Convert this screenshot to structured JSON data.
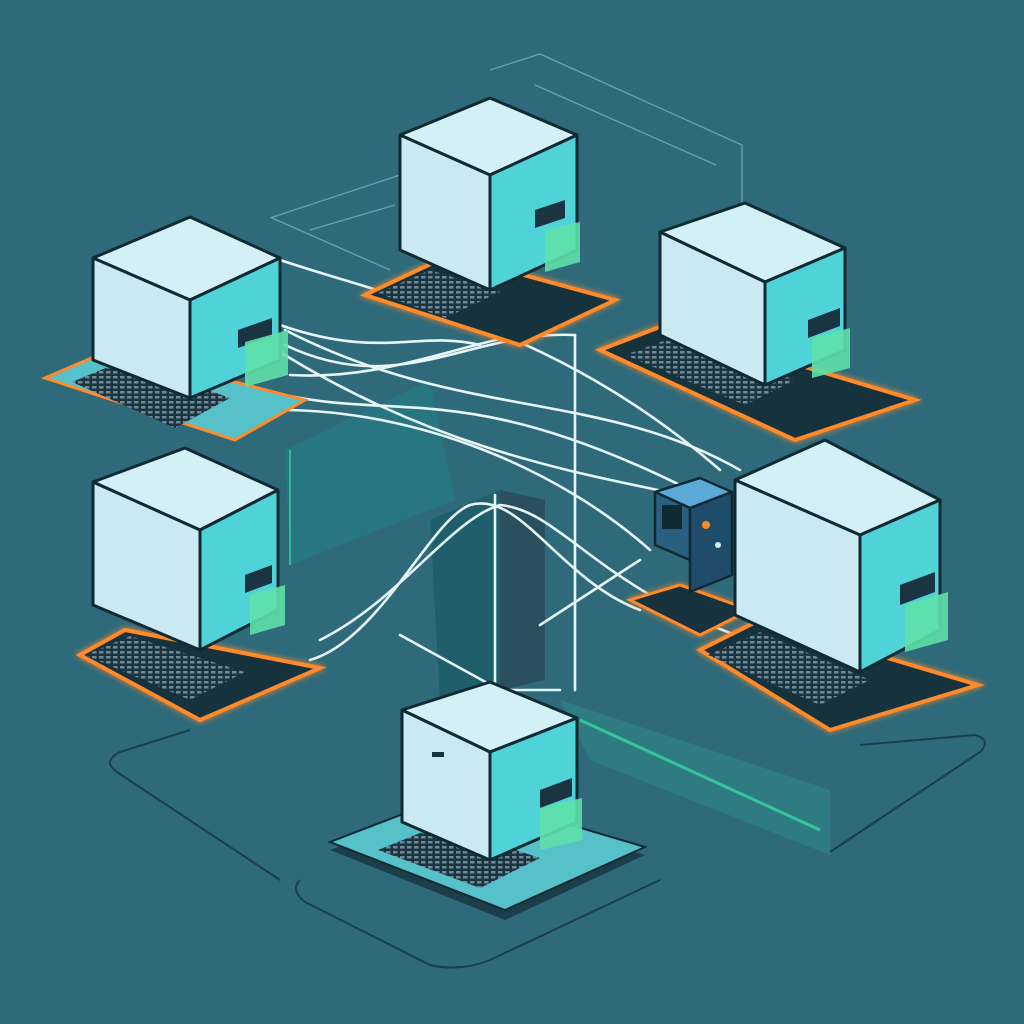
{
  "scene": {
    "background": "#2f6a7a",
    "cube_top_color": "#d4f0f7",
    "cube_front_color": "#cbe9f2",
    "cube_side_color": "#4fd3d9",
    "outline_color": "#0f2a33",
    "cable_color": "#e6f6f8",
    "glow_color": "#ff8a2a",
    "accent_green": "#5fe0a8",
    "keyboard_color": "#1b3441"
  },
  "nodes": [
    {
      "id": "top-center"
    },
    {
      "id": "upper-left"
    },
    {
      "id": "upper-right"
    },
    {
      "id": "middle-left"
    },
    {
      "id": "middle-right"
    },
    {
      "id": "bottom-center"
    }
  ],
  "hub": {
    "id": "central-hub-device"
  }
}
